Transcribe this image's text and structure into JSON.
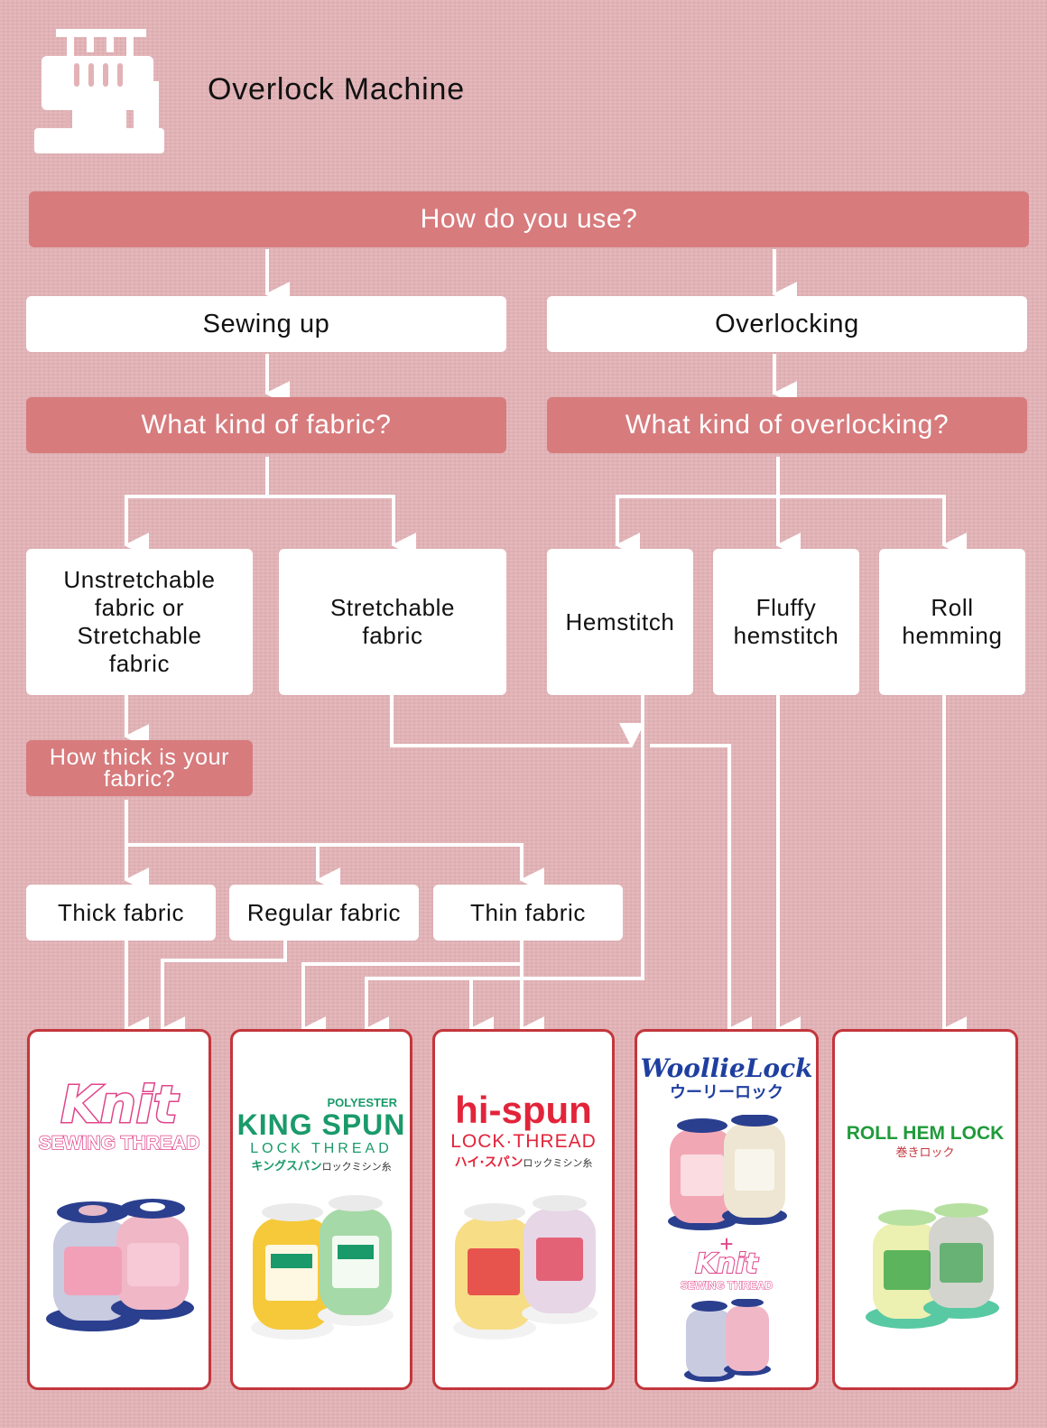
{
  "title": "Overlock Machine",
  "icons": {
    "machine": "overlock-machine-icon"
  },
  "nodes": {
    "how_use": "How do you use?",
    "sewing_up": "Sewing up",
    "overlocking": "Overlocking",
    "kind_fabric": "What kind of fabric?",
    "kind_overlocking": "What kind of overlocking?",
    "unstretchable": "Unstretchable\nfabric or\nStretchable\nfabric",
    "stretchable": "Stretchable\nfabric",
    "hemstitch": "Hemstitch",
    "fluffy": "Fluffy\nhemstitch",
    "roll": "Roll\nhemming",
    "how_thick": "How thick is your\nfabric?",
    "thick": "Thick fabric",
    "regular": "Regular fabric",
    "thin": "Thin fabric"
  },
  "products": {
    "knit": {
      "name": "Knit",
      "sub": "SEWING THREAD"
    },
    "king_spun": {
      "small": "POLYESTER",
      "name": "KING SPUN",
      "lock": "LOCK THREAD",
      "jp": "キングスパン",
      "jp2": "ロックミシン糸"
    },
    "hi_spun": {
      "name": "hi-spun",
      "lock": "LOCK·THREAD",
      "jp": "ハイ·スパン",
      "jp2": "ロックミシン糸"
    },
    "woollie": {
      "name": "WoollieLock",
      "jp": "ウーリーロック",
      "plus": "+",
      "knit": "Knit",
      "knit_sub": "SEWING THREAD"
    },
    "roll_hem": {
      "name": "ROLL HEM LOCK",
      "jp": "巻きロック"
    }
  },
  "colors": {
    "background": "#e3b2b6",
    "question": "#d77b7d",
    "option": "#ffffff",
    "product_border": "#c3363c",
    "knit_pink": "#e0448a",
    "king_green": "#1a9a6a",
    "hispun_red": "#e2243a",
    "woollie_blue": "#1f3fa0",
    "rollhem_green": "#1f9b3a"
  }
}
